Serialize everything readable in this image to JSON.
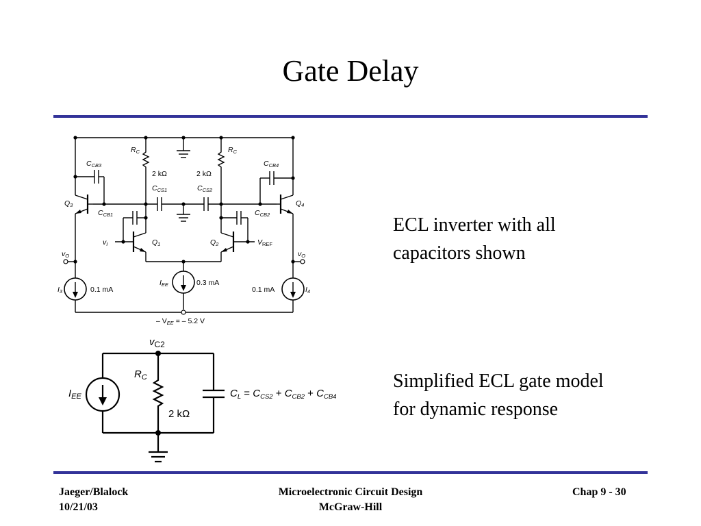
{
  "slide": {
    "title": "Gate Delay",
    "description_1": "ECL inverter with all capacitors shown",
    "description_2": "Simplified ECL gate model for dynamic response"
  },
  "colors": {
    "accent_rule": "#333399"
  },
  "circuit_top": {
    "rc_left": "R",
    "rc_left_sub": "C",
    "rc_right": "R",
    "rc_right_sub": "C",
    "r_left_value": "2 kΩ",
    "r_right_value": "2 kΩ",
    "ccb3": "C",
    "ccb3_sub": "CB3",
    "ccb4": "C",
    "ccb4_sub": "CB4",
    "ccs1": "C",
    "ccs1_sub": "CS1",
    "ccs2": "C",
    "ccs2_sub": "CS2",
    "ccb1": "C",
    "ccb1_sub": "CB1",
    "ccb2": "C",
    "ccb2_sub": "CB2",
    "q3": "Q",
    "q3_sub": "3",
    "q4": "Q",
    "q4_sub": "4",
    "q1": "Q",
    "q1_sub": "1",
    "q2": "Q",
    "q2_sub": "2",
    "vi": "v",
    "vi_sub": "I",
    "vref": "V",
    "vref_sub": "REF",
    "vo_left": "v",
    "vo_left_sub": "O",
    "vo_right": "v",
    "vo_right_sub": "O",
    "i3": "I",
    "i3_sub": "3",
    "i3_value": "0.1 mA",
    "i4": "I",
    "i4_sub": "4",
    "i4_value": "0.1 mA",
    "iee": "I",
    "iee_sub": "EE",
    "iee_value": "0.3 mA",
    "vee_prefix": "– V",
    "vee_sub": "EE",
    "vee_value": " = – 5.2 V"
  },
  "circuit_bottom": {
    "vc2": "v",
    "vc2_sub": "C2",
    "rc": "R",
    "rc_sub": "C",
    "r_value": "2 kΩ",
    "iee": "I",
    "iee_sub": "EE",
    "cl": "C",
    "cl_sub": "L",
    "cl_eq": " = ",
    "term1": "C",
    "term1_sub": "CS2",
    "plus1": " + ",
    "term2": "C",
    "term2_sub": "CB2",
    "plus2": " + ",
    "term3": "C",
    "term3_sub": "CB4"
  },
  "footer": {
    "left_line1": "Jaeger/Blalock",
    "left_line2": "10/21/03",
    "center_line1": "Microelectronic Circuit Design",
    "center_line2": "McGraw-Hill",
    "right": "Chap 9 - 30"
  }
}
